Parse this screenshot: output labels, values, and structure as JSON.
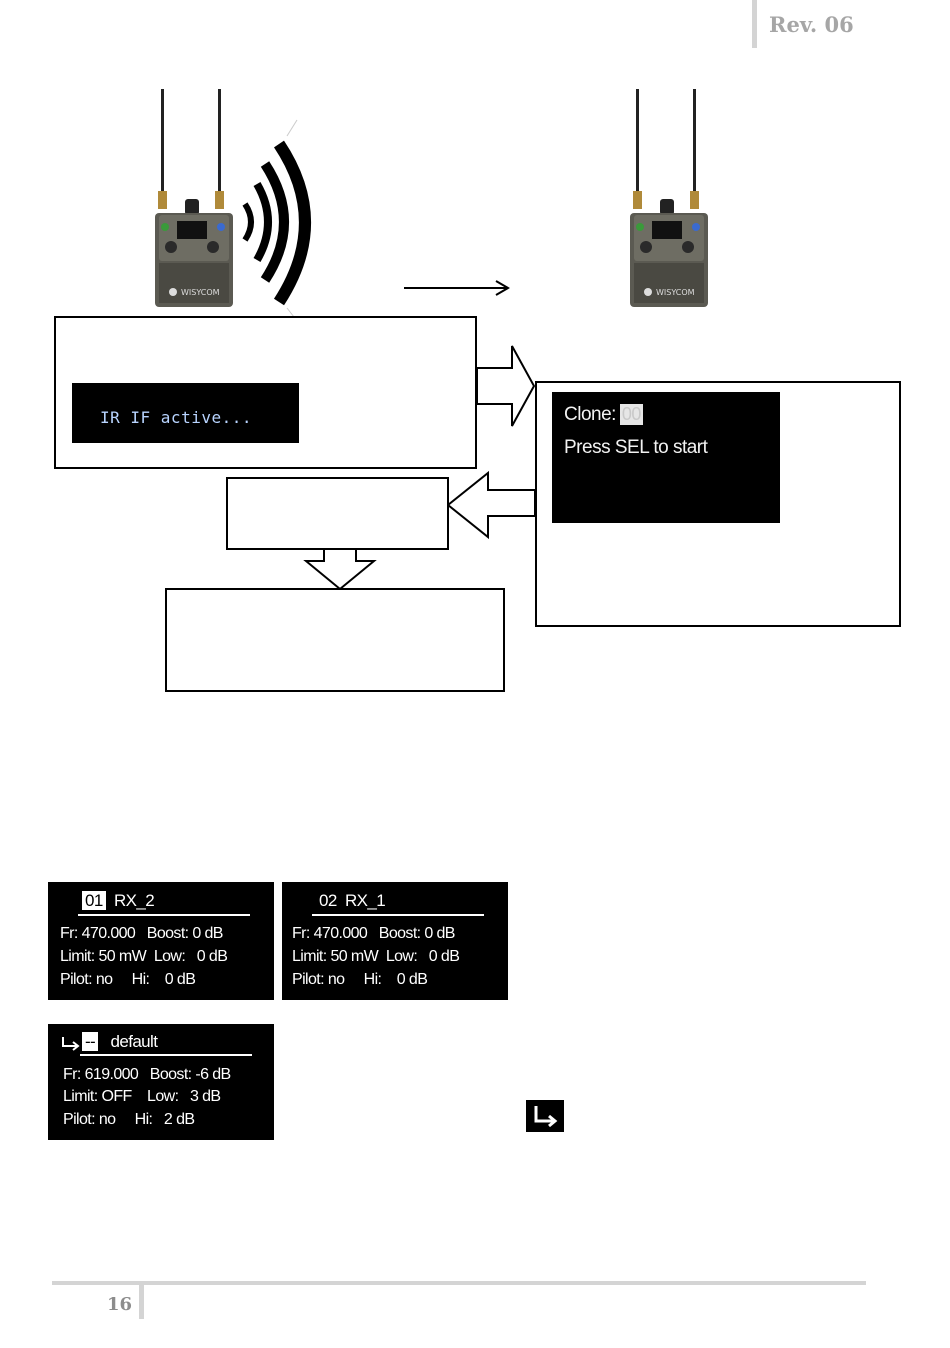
{
  "header": {
    "revision": "Rev. 06"
  },
  "device": {
    "brand": "WISYCOM"
  },
  "ir_screen": {
    "text": "IR IF active..."
  },
  "clone_screen": {
    "line1": "Clone:",
    "value": "00",
    "line2": "Press SEL to start"
  },
  "lcd_screens": [
    {
      "index": "01",
      "name": "RX_2",
      "rows": [
        "Fr: 470.000   Boost: 0 dB",
        "Limit: 50 mW  Low:   0 dB",
        "Pilot: no     Hi:    0 dB"
      ]
    },
    {
      "index": "02",
      "name": "RX_1",
      "rows": [
        "Fr: 470.000   Boost: 0 dB",
        "Limit: 50 mW  Low:   0 dB",
        "Pilot: no     Hi:    0 dB"
      ]
    },
    {
      "index": "--",
      "name": "default",
      "rows": [
        "Fr: 619.000   Boost: -6 dB",
        "Limit: OFF    Low:   3 dB",
        "Pilot: no     Hi:   2 dB"
      ]
    }
  ],
  "footer": {
    "page_number": "16"
  },
  "colors": {
    "ir_text": "#b8d4ff",
    "rule_gray": "#d4d4d4"
  }
}
